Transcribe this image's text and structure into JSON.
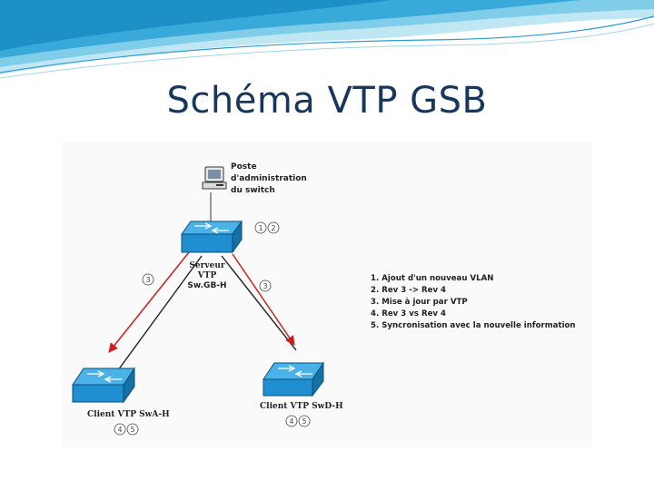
{
  "title": "Schéma VTP GSB",
  "colors": {
    "title": "#17375e",
    "switch": "#1f8fd1",
    "arrow_red": "#d41b1b",
    "wave_blue": "#4fb3dc"
  },
  "admin": {
    "icon": "computer-icon",
    "label_lines": [
      "Poste",
      "d'administration",
      "du switch"
    ],
    "badges": [
      "1",
      "2"
    ]
  },
  "server": {
    "icon": "network-switch-icon",
    "label_lines": [
      "Serveur",
      "VTP",
      "Sw.GB-H"
    ]
  },
  "client_a": {
    "icon": "network-switch-icon",
    "label": "Client VTP SwA-H",
    "badges": [
      "4",
      "5"
    ]
  },
  "client_d": {
    "icon": "network-switch-icon",
    "label": "Client VTP SwD-H",
    "badges": [
      "4",
      "5"
    ]
  },
  "links": {
    "left_badge": "3",
    "right_badge": "3"
  },
  "legend": [
    "1. Ajout d'un nouveau VLAN",
    "2. Rev 3 -> Rev 4",
    "3. Mise à jour par VTP",
    "4. Rev 3 vs Rev 4",
    "5. Syncronisation avec la nouvelle information"
  ]
}
